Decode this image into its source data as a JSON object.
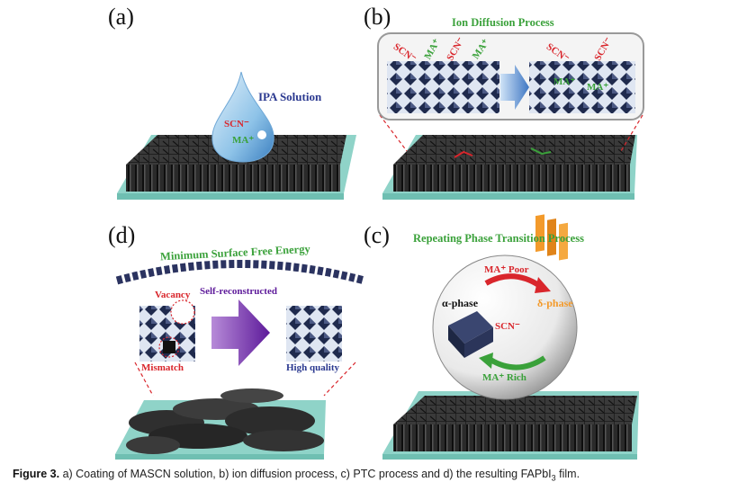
{
  "panels": {
    "a": {
      "label": "(a)",
      "drop_title": "IPA Solution",
      "scn": "SCN⁻",
      "ma": "MA⁺"
    },
    "b": {
      "label": "(b)",
      "title": "Ion Diffusion Process",
      "ions_left": [
        "SCN⁻",
        "MA⁺",
        "SCN⁻",
        "MA⁺"
      ],
      "ions_right": [
        "SCN⁻",
        "SCN⁻"
      ],
      "ma_inside": [
        "MA⁺",
        "MA⁺"
      ]
    },
    "c": {
      "label": "(c)",
      "title": "Repeating Phase Transition Process",
      "alpha": "α-phase",
      "delta": "δ-phase",
      "ma_poor": "MA⁺ Poor",
      "ma_rich": "MA⁺ Rich",
      "scn": "SCN⁻"
    },
    "d": {
      "label": "(d)",
      "title": "Minimum Surface Free Energy",
      "self_reconstructed": "Self-reconstructed",
      "vacancy": "Vacancy",
      "mismatch": "Mismatch",
      "high_quality": "High quality"
    }
  },
  "caption": {
    "figure_label": "Figure 3.",
    "text": " a) Coating of MASCN solution, b) ion diffusion process, c) PTC process and d) the resulting FAPbI",
    "subscript": "3",
    "tail": " film."
  },
  "colors": {
    "red": "#d9262c",
    "green": "#3aa13a",
    "blue": "#2b3990",
    "orange": "#f39a2b",
    "substrate": "#8fd3c8",
    "film": "#2b2b2b"
  }
}
